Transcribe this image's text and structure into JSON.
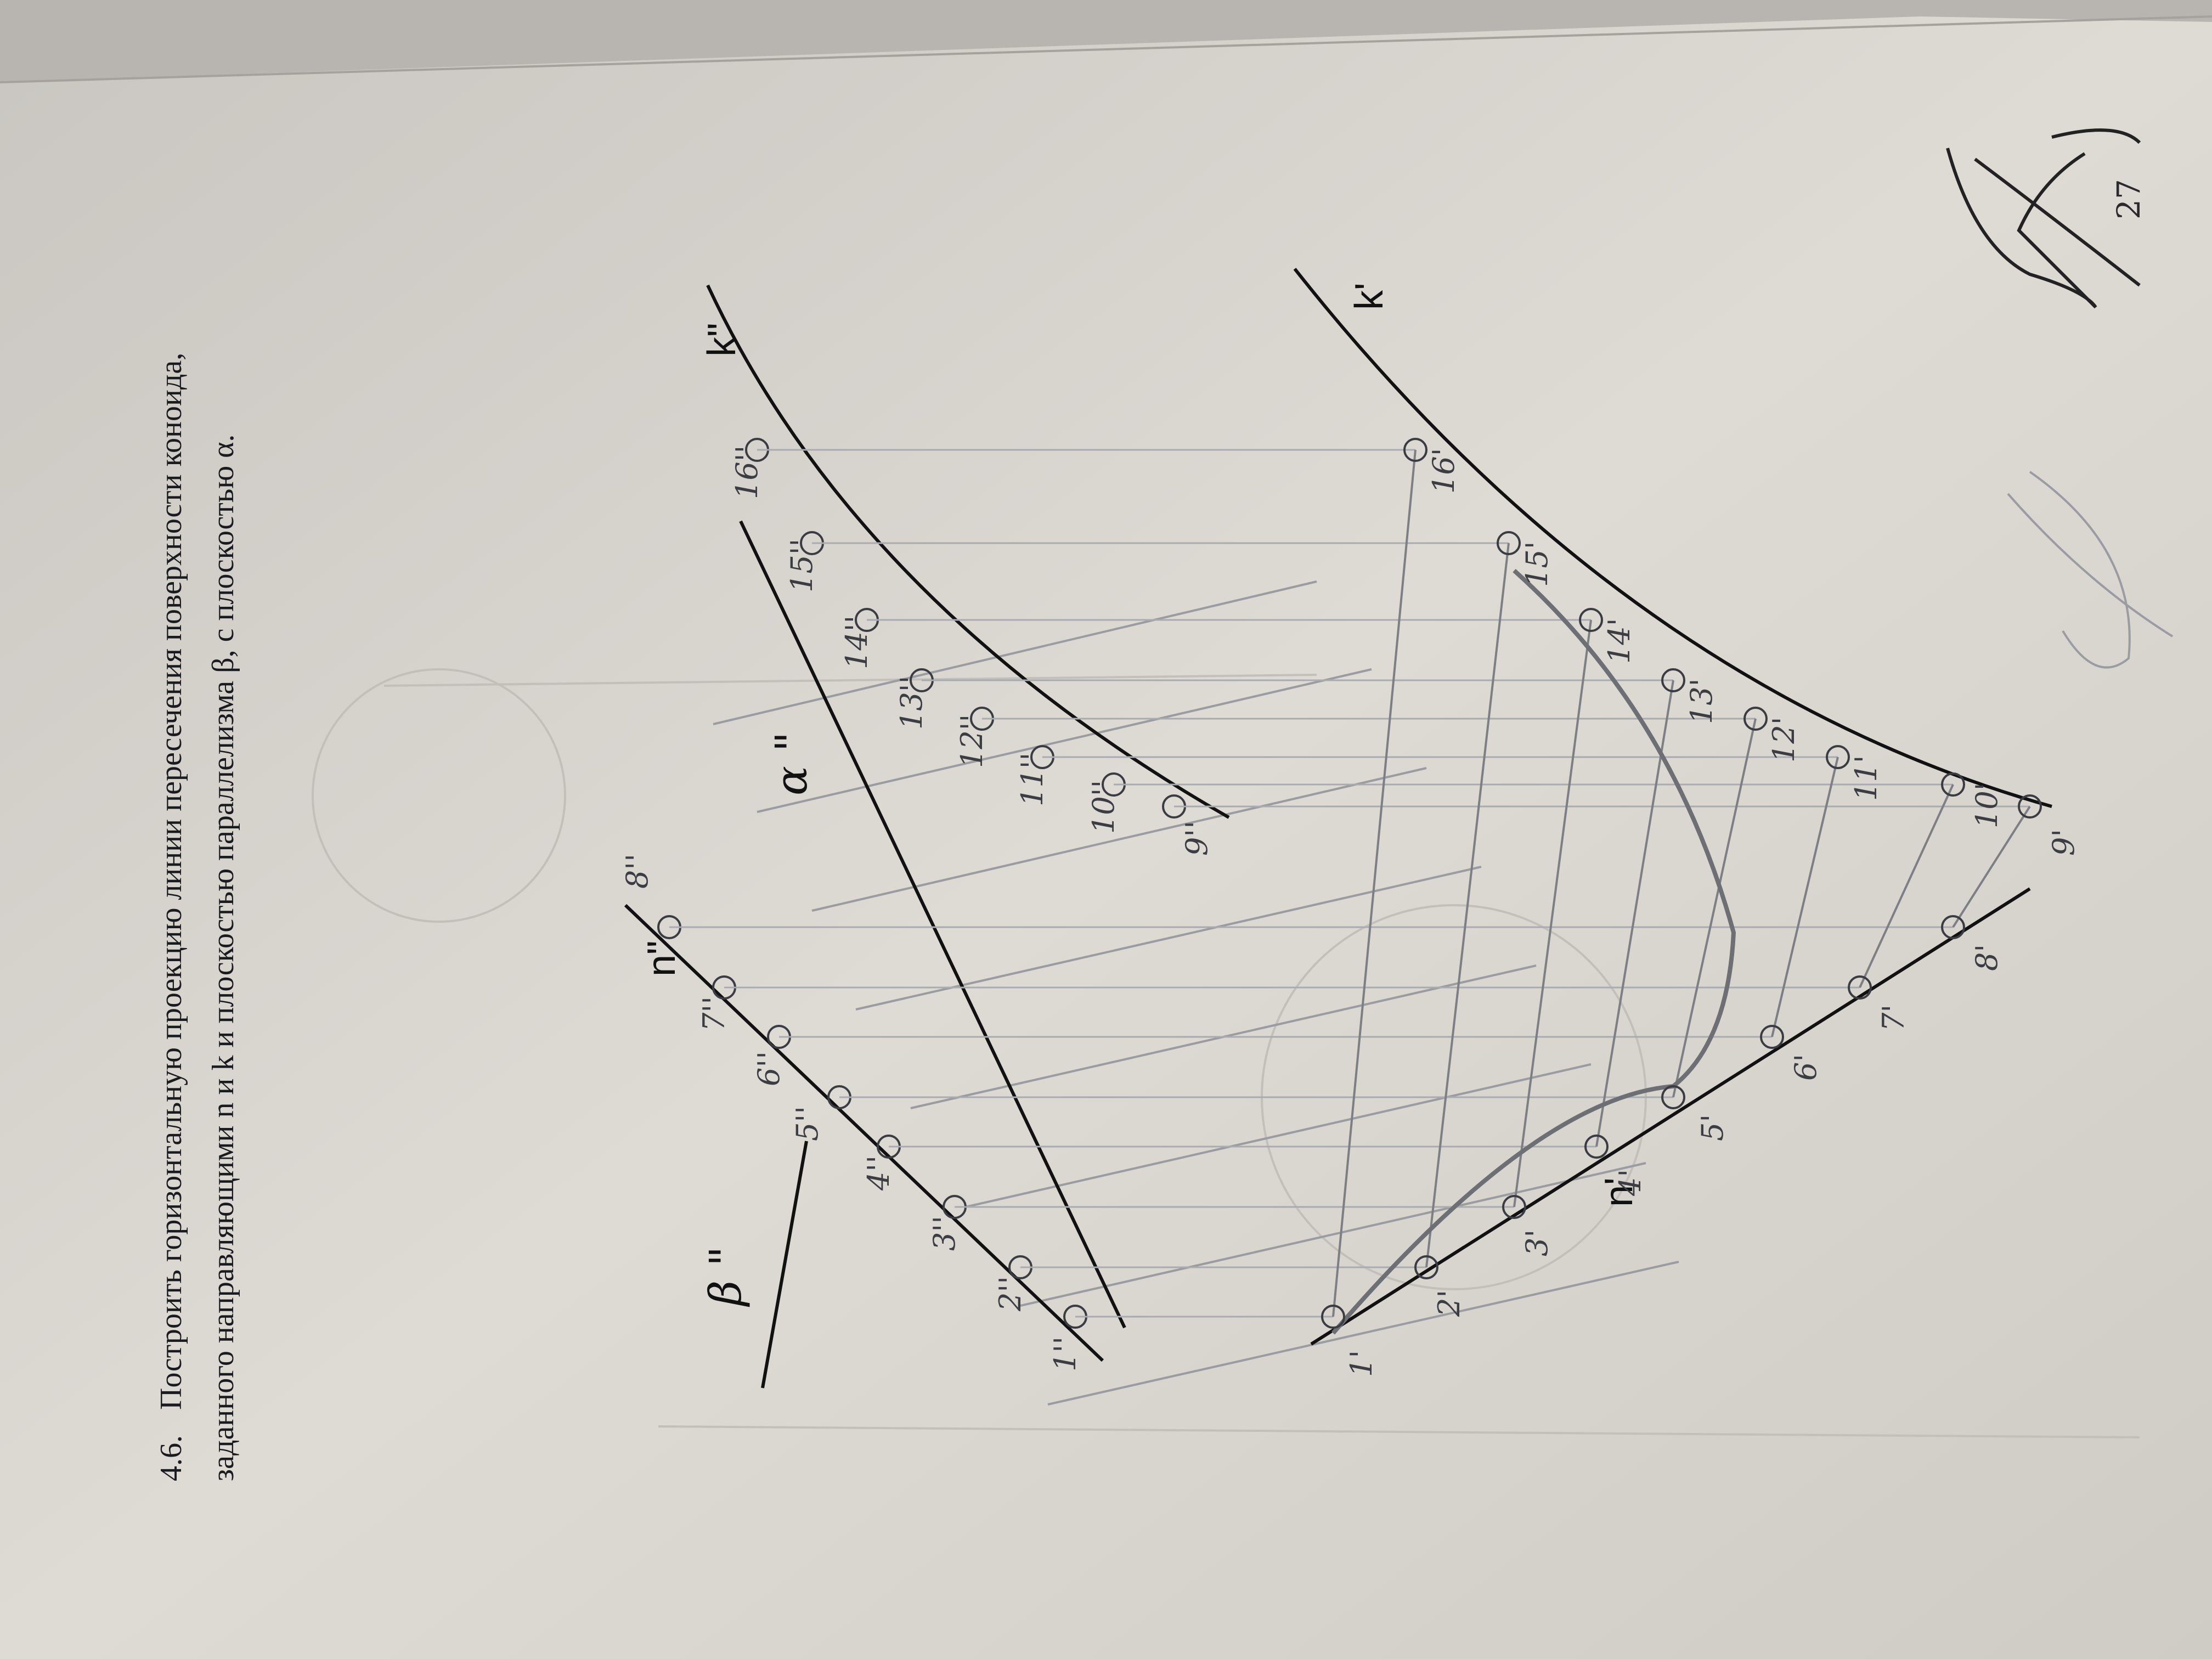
{
  "task": {
    "number": "4.6.",
    "line1": "Построить горизонтальную проекцию линии пересечения поверхности коноида,",
    "line2": "заданного направляющими  n и  k  и плоскостью параллелизма  β, с плоскостью  α."
  },
  "labels": {
    "n_front": "n\"",
    "n_top": "n'",
    "k_front": "k\"",
    "k_top": "k'",
    "beta_front": "β \"",
    "alpha_front": "α \""
  },
  "front_points_n": [
    "1''",
    "2''",
    "3''",
    "4''",
    "5''",
    "6''",
    "7''",
    "8''"
  ],
  "front_points_k": [
    "9''",
    "10''",
    "11''",
    "12''",
    "13''",
    "14''",
    "15''",
    "16''"
  ],
  "top_points_n": [
    "1'",
    "2'",
    "3'",
    "4'",
    "5'",
    "6'",
    "7'",
    "8'"
  ],
  "top_points_k": [
    "9'",
    "10'",
    "11'",
    "12'",
    "13'",
    "14'",
    "15'",
    "16'"
  ],
  "page_number": "27",
  "colors": {
    "paper": "#d9d5cf",
    "ink": "#111111",
    "pencil": "#8a8c92"
  }
}
